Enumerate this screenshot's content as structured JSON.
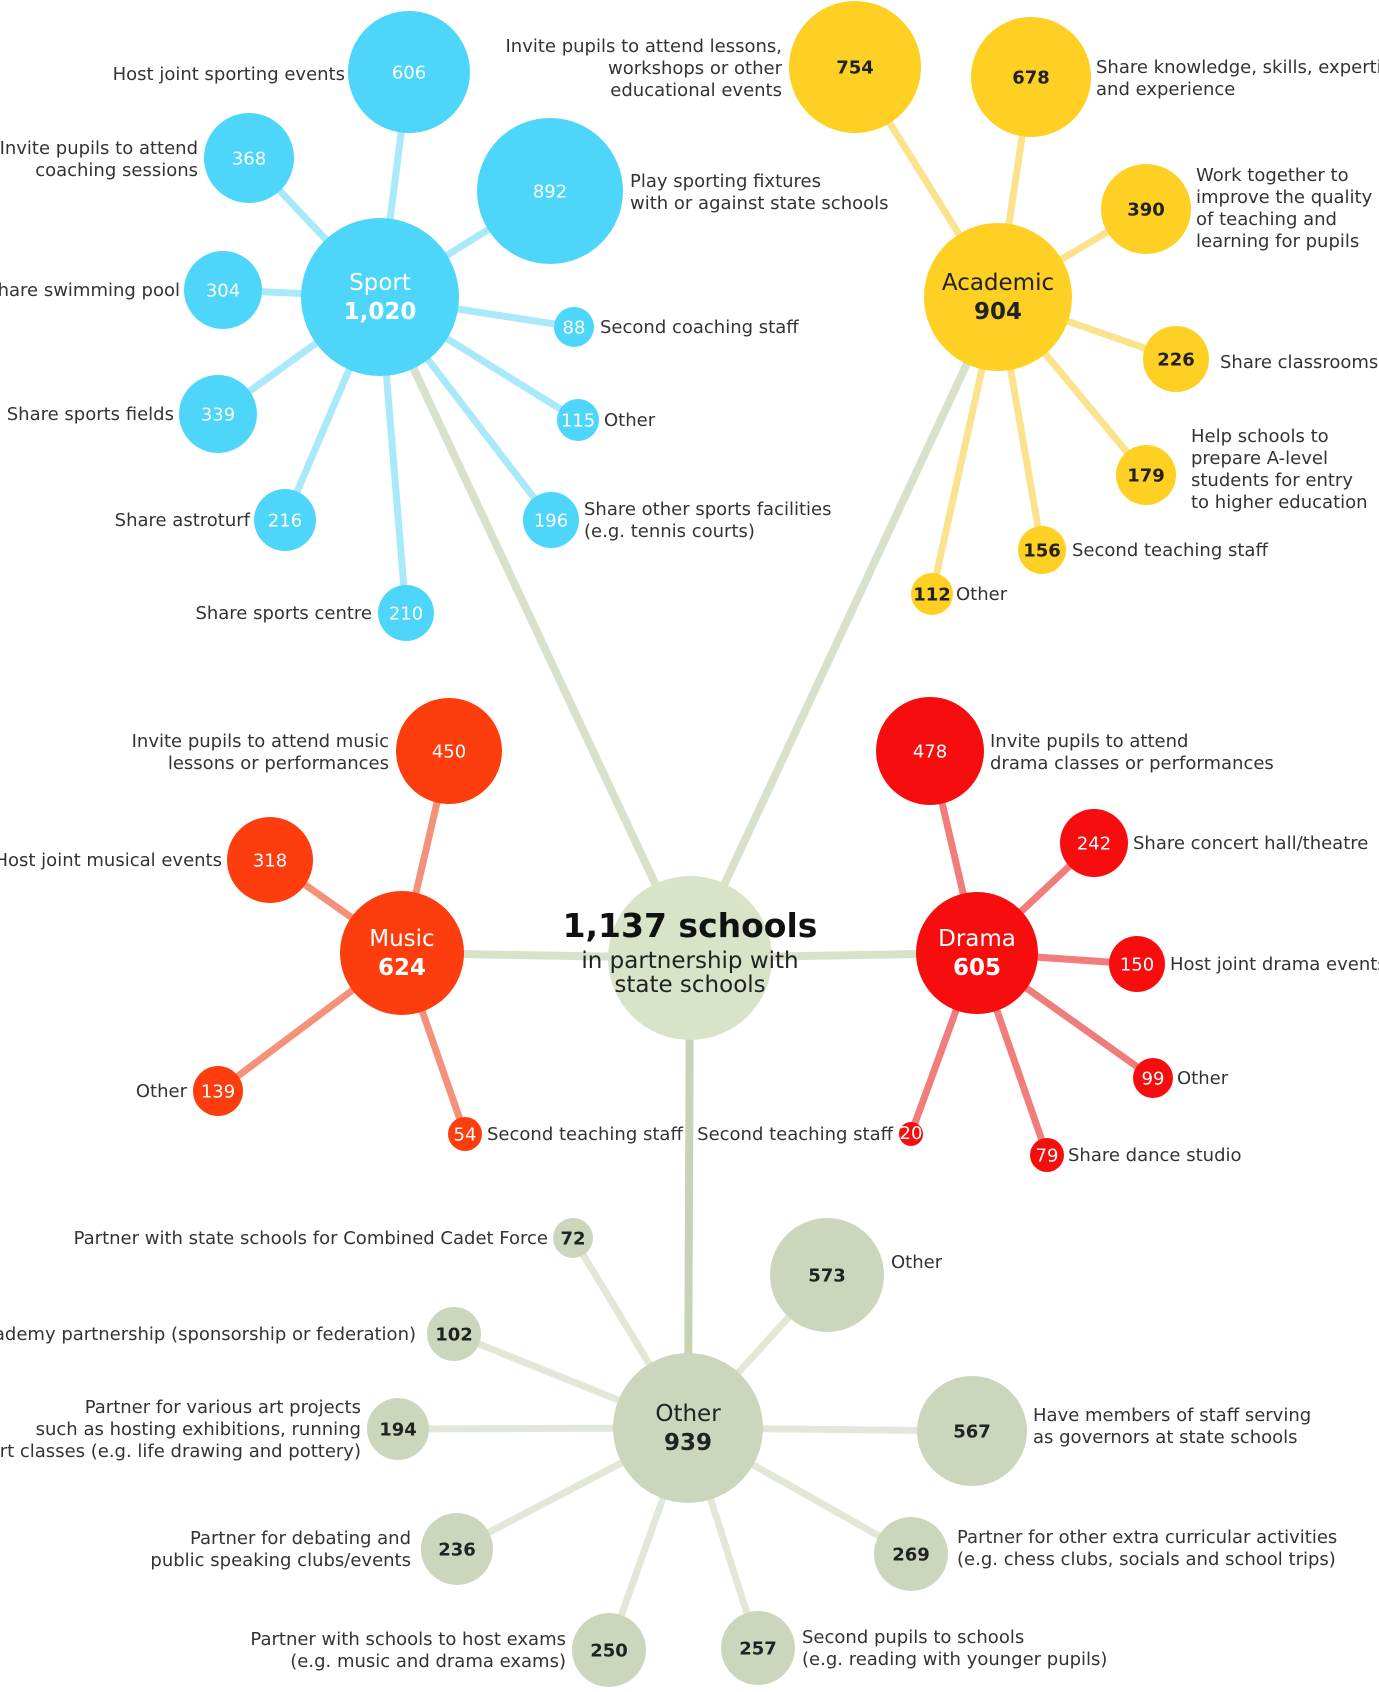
{
  "center": {
    "title": "1,137 schools",
    "subtitle": [
      "in partnership with",
      "state schools"
    ],
    "color": "#D8E3C8"
  },
  "hubs": [
    {
      "key": "sport",
      "name": "Sport",
      "value": "1,020",
      "color": "#4DD6FA",
      "line_color": "#A9E9FA",
      "text_color": "#ffffff",
      "leaves": [
        {
          "value": "606",
          "label": [
            "Host joint sporting events"
          ]
        },
        {
          "value": "368",
          "label": [
            "Invite pupils to attend",
            "coaching sessions"
          ]
        },
        {
          "value": "892",
          "label": [
            "Play sporting fixtures",
            "with or against state schools"
          ]
        },
        {
          "value": "304",
          "label": [
            "Share swimming pool"
          ]
        },
        {
          "value": "88",
          "label": [
            "Second coaching staff"
          ]
        },
        {
          "value": "339",
          "label": [
            "Share sports fields"
          ]
        },
        {
          "value": "115",
          "label": [
            "Other"
          ]
        },
        {
          "value": "216",
          "label": [
            "Share astroturf"
          ]
        },
        {
          "value": "196",
          "label": [
            "Share other sports facilities",
            "(e.g. tennis courts)"
          ]
        },
        {
          "value": "210",
          "label": [
            "Share sports centre"
          ]
        }
      ]
    },
    {
      "key": "academic",
      "name": "Academic",
      "value": "904",
      "color": "#FDD023",
      "line_color": "#FBE38E",
      "text_color": "#222222",
      "leaves": [
        {
          "value": "754",
          "label": [
            "Invite pupils to attend lessons,",
            "workshops or other",
            "educational events"
          ]
        },
        {
          "value": "678",
          "label": [
            "Share knowledge, skills, expertise",
            "and experience"
          ]
        },
        {
          "value": "390",
          "label": [
            "Work together to",
            "improve the quality",
            "of teaching and",
            "learning for pupils"
          ]
        },
        {
          "value": "226",
          "label": [
            "Share classrooms"
          ]
        },
        {
          "value": "179",
          "label": [
            "Help schools to",
            "prepare A-level",
            "students for entry",
            "to higher education"
          ]
        },
        {
          "value": "156",
          "label": [
            "Second teaching staff"
          ]
        },
        {
          "value": "112",
          "label": [
            "Other"
          ]
        }
      ]
    },
    {
      "key": "music",
      "name": "Music",
      "value": "624",
      "color": "#FD3D0D",
      "line_color": "#F4917A",
      "text_color": "#ffffff",
      "leaves": [
        {
          "value": "450",
          "label": [
            "Invite pupils to attend music",
            "lessons or performances"
          ]
        },
        {
          "value": "318",
          "label": [
            "Host joint musical events"
          ]
        },
        {
          "value": "139",
          "label": [
            "Other"
          ]
        },
        {
          "value": "54",
          "label": [
            "Second teaching staff"
          ]
        }
      ]
    },
    {
      "key": "drama",
      "name": "Drama",
      "value": "605",
      "color": "#F70D0D",
      "line_color": "#F07C7C",
      "text_color": "#ffffff",
      "leaves": [
        {
          "value": "478",
          "label": [
            "Invite pupils to attend",
            "drama classes or performances"
          ]
        },
        {
          "value": "242",
          "label": [
            "Share concert hall/theatre"
          ]
        },
        {
          "value": "150",
          "label": [
            "Host joint drama events"
          ]
        },
        {
          "value": "99",
          "label": [
            "Other"
          ]
        },
        {
          "value": "20",
          "label": [
            "Second teaching staff"
          ]
        },
        {
          "value": "79",
          "label": [
            "Share dance studio"
          ]
        }
      ]
    },
    {
      "key": "other",
      "name": "Other",
      "value": "939",
      "color": "#CCD6BD",
      "line_color": "#E2E8D7",
      "text_color": "#222222",
      "leaves": [
        {
          "value": "72",
          "label": [
            "Partner with state schools for Combined Cadet Force"
          ]
        },
        {
          "value": "573",
          "label": [
            "Other"
          ]
        },
        {
          "value": "102",
          "label": [
            "Academy partnership (sponsorship or federation)"
          ]
        },
        {
          "value": "194",
          "label": [
            "Partner for various art projects",
            "such as hosting exhibitions, running",
            "art classes (e.g. life drawing and pottery)"
          ]
        },
        {
          "value": "567",
          "label": [
            "Have members of staff serving",
            "as governors at state schools"
          ]
        },
        {
          "value": "236",
          "label": [
            "Partner for debating and",
            "public speaking clubs/events"
          ]
        },
        {
          "value": "269",
          "label": [
            "Partner for other extra curricular activities",
            "(e.g. chess clubs, socials and school trips)"
          ]
        },
        {
          "value": "250",
          "label": [
            "Partner with schools to host exams",
            "(e.g. music and drama exams)"
          ]
        },
        {
          "value": "257",
          "label": [
            "Second pupils to schools",
            "(e.g. reading with younger pupils)"
          ]
        }
      ]
    }
  ]
}
